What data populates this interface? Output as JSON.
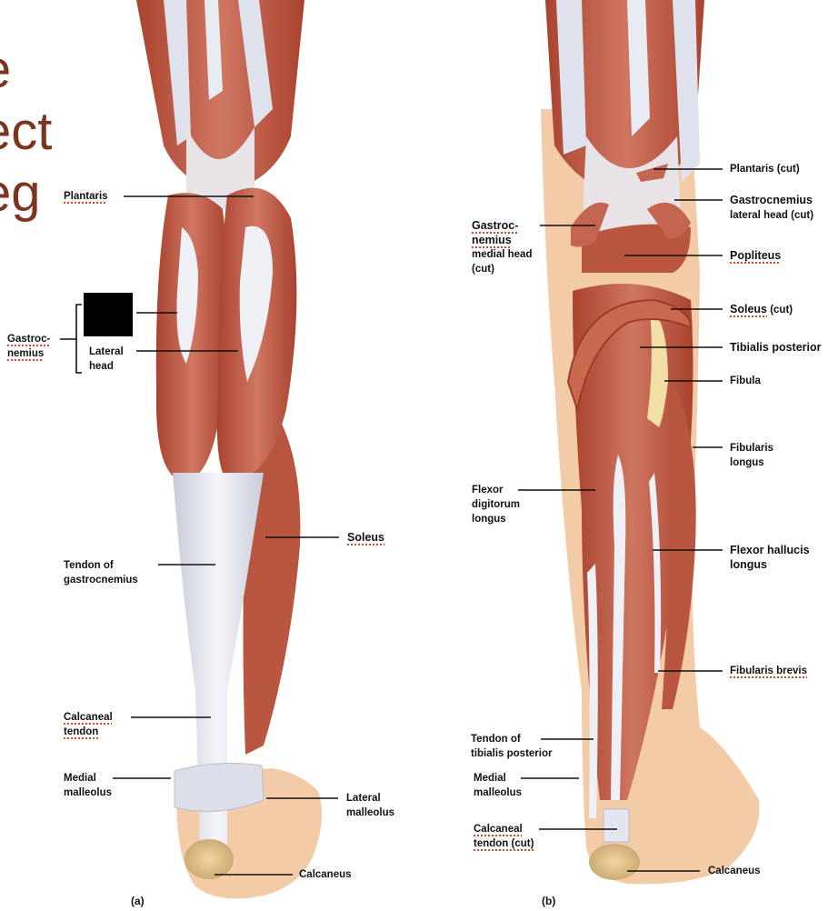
{
  "title_fragments": [
    "e",
    "ect",
    "eg"
  ],
  "panels": {
    "a": "(a)",
    "b": "(b)"
  },
  "labels_a": {
    "plantaris": "Plantaris",
    "gastrocnemius": "Gastroc-\nnemius",
    "lateral_head": "Lateral\nhead",
    "soleus": "Soleus",
    "tendon_gastro": "Tendon of\ngastrocnemius",
    "calcaneal_tendon": "Calcaneal\ntendon",
    "medial_malleolus": "Medial\nmalleolus",
    "lateral_malleolus": "Lateral\nmalleolus",
    "calcaneus": "Calcaneus"
  },
  "labels_b": {
    "gastro_medial": "Gastroc-\nnemius",
    "gastro_medial_sub": "medial head\n(cut)",
    "plantaris_cut": "Plantaris (cut)",
    "gastro_lateral": "Gastrocnemius",
    "gastro_lateral_sub": "lateral head (cut)",
    "popliteus": "Popliteus",
    "soleus_cut": "Soleus",
    "soleus_cut_sub": " (cut)",
    "tibialis_posterior": "Tibialis posterior",
    "fibula": "Fibula",
    "fibularis_longus": "Fibularis\nlongus",
    "flexor_digitorum": "Flexor\ndigitorum\nlongus",
    "flexor_hallucis": "Flexor hallucis\nlongus",
    "fibularis_brevis": "Fibularis brevis",
    "tendon_tibialis": "Tendon of\ntibialis posterior",
    "medial_malleolus": "Medial\nmalleolus",
    "calcaneal_cut": "Calcaneal\ntendon (cut)",
    "calcaneus": "Calcaneus"
  },
  "colors": {
    "muscle": "#b5503a",
    "muscle_light": "#cd7460",
    "tendon": "#e4e6ef",
    "skin": "#f3cba6",
    "title": "#7a3420"
  }
}
